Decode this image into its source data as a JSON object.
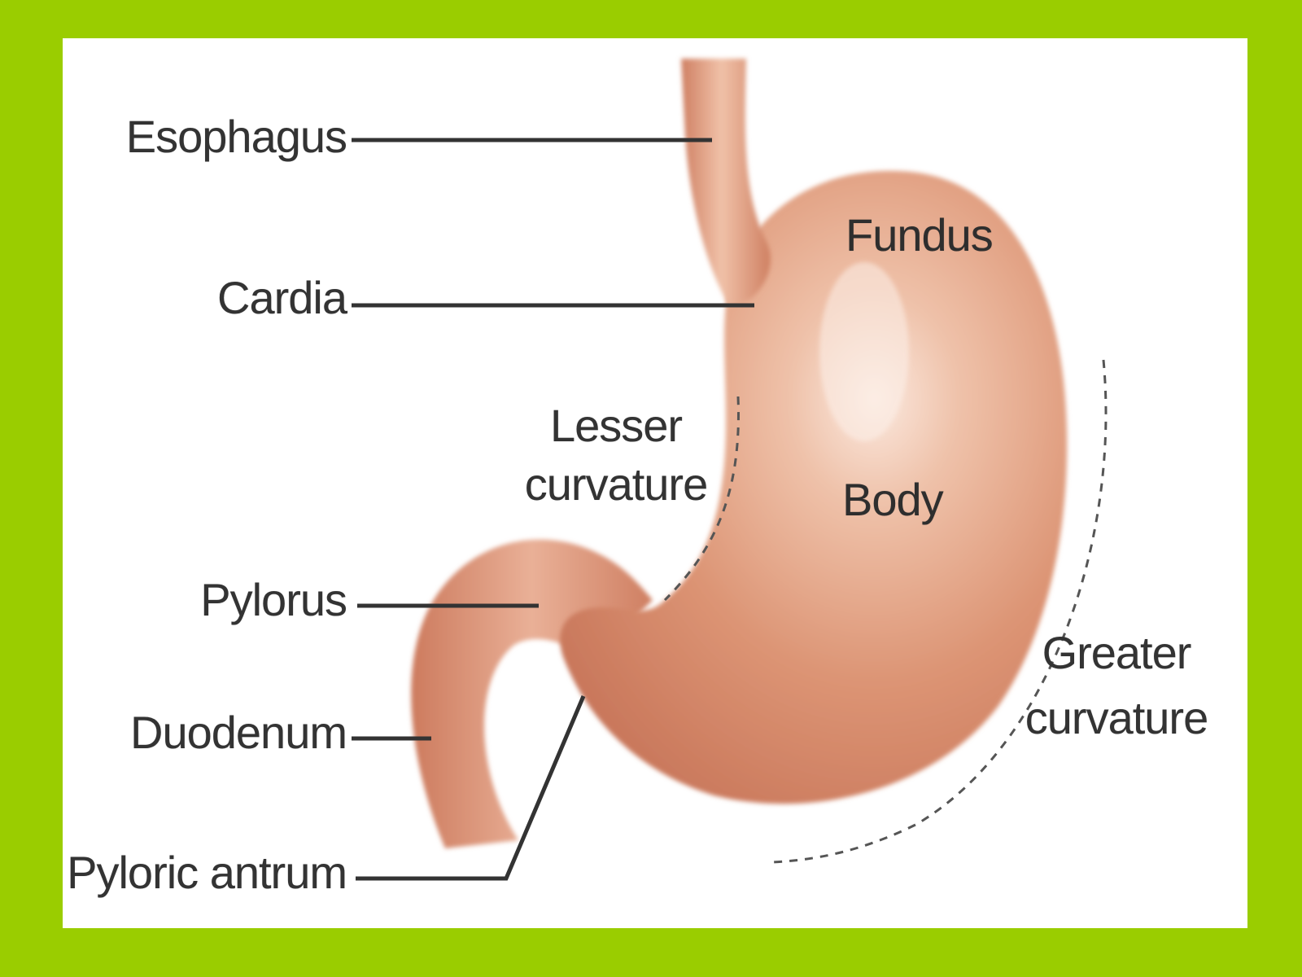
{
  "colors": {
    "frame": "#9acd00",
    "panel": "#ffffff",
    "organ": "#d98d70",
    "organ_dark": "#c97558",
    "organ_light": "#f1c7b1",
    "leader_line": "#333333",
    "label_text": "#333333"
  },
  "labels": {
    "esophagus": "Esophagus",
    "cardia": "Cardia",
    "pylorus": "Pylorus",
    "duodenum": "Duodenum",
    "pyloric_antrum": "Pyloric antrum",
    "fundus": "Fundus",
    "body": "Body",
    "lesser_curvature_line1": "Lesser",
    "lesser_curvature_line2": "curvature",
    "greater_curvature_line1": "Greater",
    "greater_curvature_line2": "curvature"
  }
}
